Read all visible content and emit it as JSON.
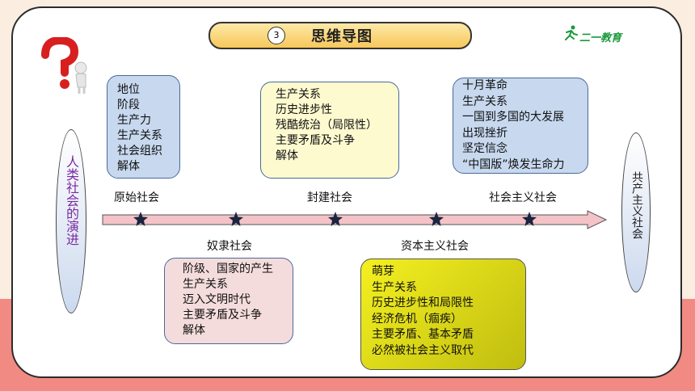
{
  "title": {
    "number": "3",
    "text": "思维导图"
  },
  "logo": {
    "text": "二一教育"
  },
  "left_title": "人类社会的演进",
  "right_title": "共产主义社会",
  "stages": [
    {
      "label": "原始社会",
      "items": [
        "地位",
        "阶段",
        "生产力",
        "生产关系",
        "社会组织",
        "解体"
      ]
    },
    {
      "label": "奴隶社会",
      "items": [
        "阶级、国家的产生",
        "生产关系",
        "迈入文明时代",
        "主要矛盾及斗争",
        "解体"
      ]
    },
    {
      "label": "封建社会",
      "items": [
        "生产关系",
        "历史进步性",
        "残酷统治（局限性）",
        "主要矛盾及斗争",
        "解体"
      ]
    },
    {
      "label": "资本主义社会",
      "items": [
        "萌芽",
        "生产关系",
        "历史进步性和局限性",
        "经济危机（痼疾）",
        "主要矛盾、基本矛盾",
        "必然被社会主义取代"
      ]
    },
    {
      "label": "社会主义社会",
      "items": [
        "十月革命",
        "生产关系",
        "一国到多国的大发展",
        "出现挫折",
        "坚定信念",
        "“中国版”焕发生命力"
      ]
    }
  ],
  "colors": {
    "arrow": "#f3c3c8",
    "star": "#1b2440",
    "left_title": "#7a2aa0",
    "logo": "#1a9a3a",
    "band": "#f28a84"
  }
}
